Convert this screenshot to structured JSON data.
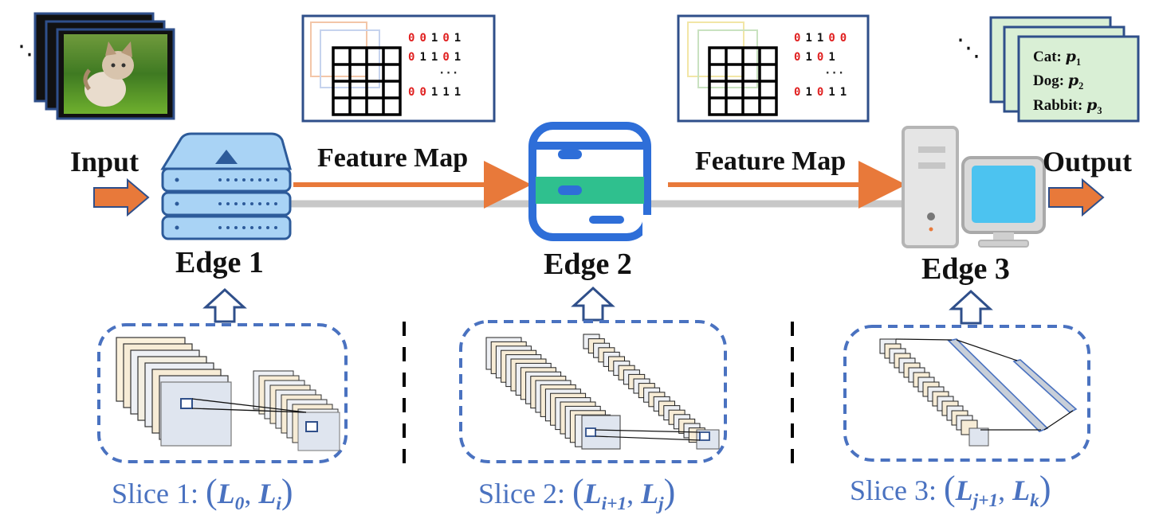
{
  "labels": {
    "input": "Input",
    "output": "Output",
    "feature_map_1": "Feature Map",
    "feature_map_2": "Feature Map",
    "edge1": "Edge 1",
    "edge2": "Edge 2",
    "edge3": "Edge 3"
  },
  "slices": [
    {
      "prefix": "Slice 1: ",
      "open": "(",
      "a": "L",
      "a_sub": "0",
      "sep": ", ",
      "b": "L",
      "b_sub": "i",
      "close": ")"
    },
    {
      "prefix": "Slice 2: ",
      "open": "(",
      "a": "L",
      "a_sub": "i+1",
      "sep": ", ",
      "b": "L",
      "b_sub": "j",
      "close": ")"
    },
    {
      "prefix": "Slice 3: ",
      "open": "(",
      "a": "L",
      "a_sub": "j+1",
      "sep": ", ",
      "b": "L",
      "b_sub": "k",
      "close": ")"
    }
  ],
  "output_classes": [
    {
      "name": "Cat: ",
      "p": "p",
      "sub": "1"
    },
    {
      "name": "Dog: ",
      "p": "p",
      "sub": "2"
    },
    {
      "name": "Rabbit: ",
      "p": "p",
      "sub": "3"
    }
  ],
  "feature_map_1_bits": [
    "0 0 1 0 1",
    "0 1 1 0 1",
    "···",
    "0 0 1 1 1"
  ],
  "feature_map_2_bits": [
    "0 1 1 0 0",
    "0 1 0 1",
    "···",
    "0 1 0 1 1"
  ],
  "ellipsis": "⋱",
  "colors": {
    "arrow_orange": "#e8793a",
    "slice_blue": "#4a72c0",
    "frame_blue": "#2f4f8a",
    "edge2_blue": "#2e6ed8",
    "edge2_green": "#2fc08e",
    "server_blue": "#a9d3f5",
    "monitor_screen": "#4cc3f0",
    "bit_red": "#e02020"
  }
}
